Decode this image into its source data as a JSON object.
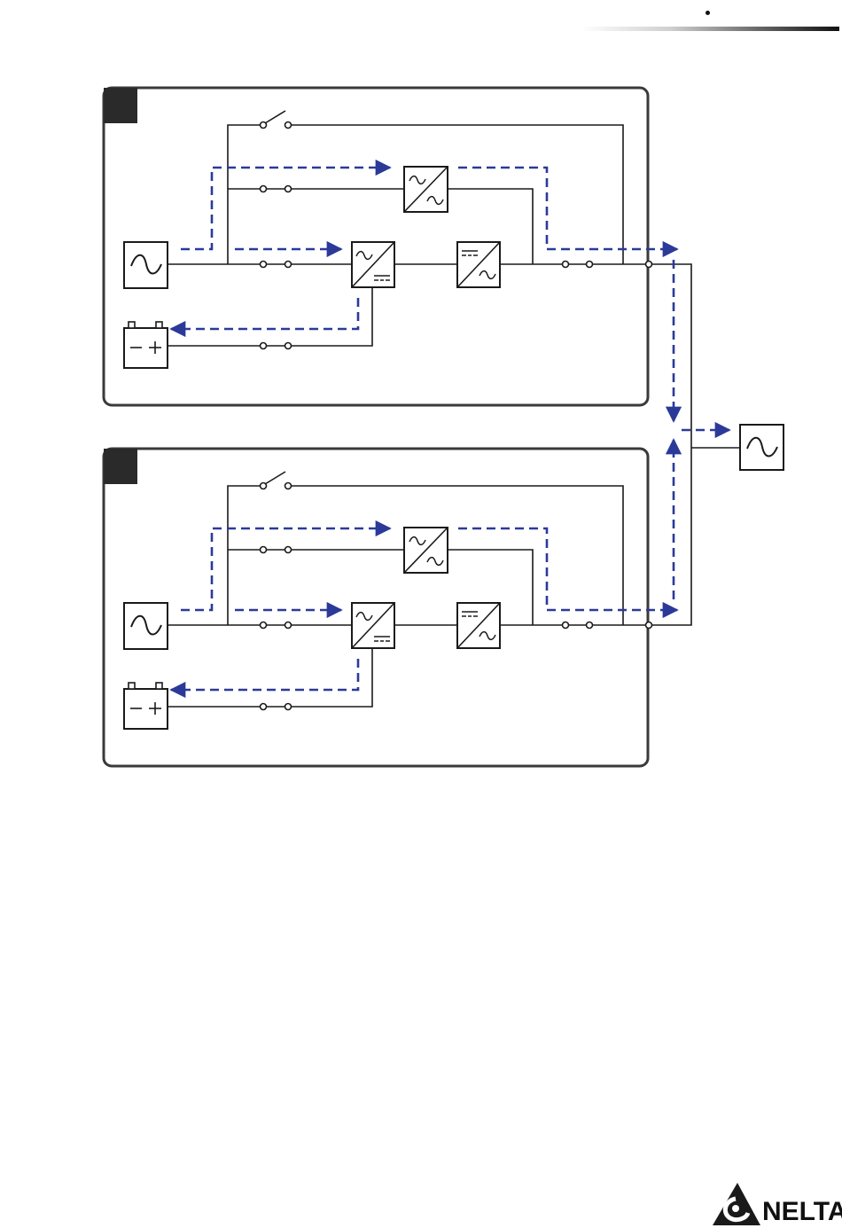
{
  "colors": {
    "wire": "#1a1a1a",
    "flow": "#2b3a99",
    "module_badge": "#2a2a2a",
    "frame": "#3a3a3a",
    "header_rule": "#222222"
  },
  "icons": {
    "ac_source": "ac-sine-icon",
    "battery": "battery-icon",
    "rectifier": "ac-dc-converter-icon",
    "inverter": "dc-ac-converter-icon",
    "static_switch": "ac-ac-converter-icon",
    "breaker": "breaker-icon",
    "load": "ac-load-icon"
  },
  "logo": {
    "text": "NELTA"
  },
  "modules": [
    {
      "id": "module-1"
    },
    {
      "id": "module-2"
    }
  ]
}
